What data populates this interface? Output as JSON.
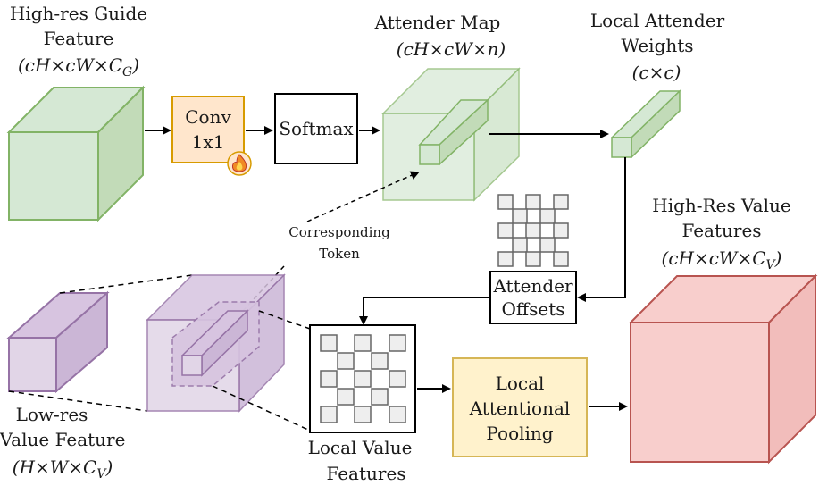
{
  "nodes": {
    "guide_feature": {
      "title_line1": "High-res Guide",
      "title_line2": "Feature",
      "dims": "(cH×cW×C",
      "dims_sub": "G",
      "dims_close": ")"
    },
    "conv": {
      "line1": "Conv",
      "line2": "1x1"
    },
    "softmax": {
      "label": "Softmax"
    },
    "attender_map": {
      "title": "Attender Map",
      "dims": "(cH×cW×n)"
    },
    "local_weights": {
      "title_line1": "Local Attender",
      "title_line2": "Weights",
      "dims": "(c×c)"
    },
    "corresponding_token": {
      "line1": "Corresponding",
      "line2": "Token"
    },
    "hr_value": {
      "title_line1": "High-Res Value",
      "title_line2": "Features",
      "dims": "(cH×cW×C",
      "dims_sub": "V",
      "dims_close": ")"
    },
    "attender_offsets": {
      "line1": "Attender",
      "line2": "Offsets"
    },
    "lr_value": {
      "title_line1": "Low-res",
      "title_line2": "Value Feature",
      "dims": "(H×W×C",
      "dims_sub": "V",
      "dims_close": ")"
    },
    "local_value": {
      "title_line1": "Local Value",
      "title_line2": "Features"
    },
    "pooling": {
      "line1": "Local",
      "line2": "Attentional",
      "line3": "Pooling"
    }
  },
  "colors": {
    "green_fill": "#d5e8d4",
    "green_stroke": "#82b366",
    "orange_fill": "#ffe6cc",
    "orange_stroke": "#d79b00",
    "purple_fill": "#e1d5e7",
    "purple_stroke": "#9673a6",
    "pink_fill": "#f8cecc",
    "pink_stroke": "#b85450",
    "yellow_fill": "#fff2cc",
    "yellow_stroke": "#d6b656",
    "grid_fill": "#eeeeee",
    "grid_stroke": "#666666"
  },
  "icons": {
    "trainable": "fire-icon"
  }
}
